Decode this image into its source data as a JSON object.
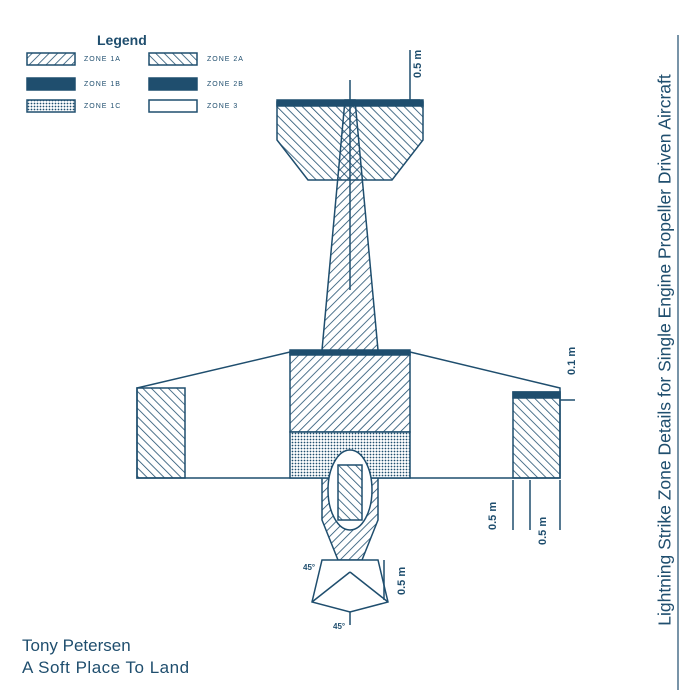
{
  "cover": {
    "artist": "Tony Petersen",
    "album": "A Soft Place To Land",
    "side_title": "Lightning Strike Zone Details for Single Engine Propeller Driven Aircraft"
  },
  "legend": {
    "title": "Legend",
    "items": [
      {
        "label": "ZONE 1A",
        "pattern": "hatch-right"
      },
      {
        "label": "ZONE 1B",
        "pattern": "solid"
      },
      {
        "label": "ZONE 1C",
        "pattern": "dotted"
      },
      {
        "label": "ZONE 2A",
        "pattern": "hatch-left"
      },
      {
        "label": "ZONE 2B",
        "pattern": "solid-speckled"
      },
      {
        "label": "ZONE 3",
        "pattern": "blank"
      }
    ]
  },
  "dimensions": {
    "tail": "0.5 m",
    "wingtip_gap": "0.1 m",
    "wing_a": "0.5 m",
    "wing_b": "0.5 m",
    "nose": "0.5 m",
    "angle_left": "45°",
    "angle_bottom": "45°"
  },
  "colors": {
    "ink": "#1f4e6e",
    "background": "#ffffff"
  }
}
